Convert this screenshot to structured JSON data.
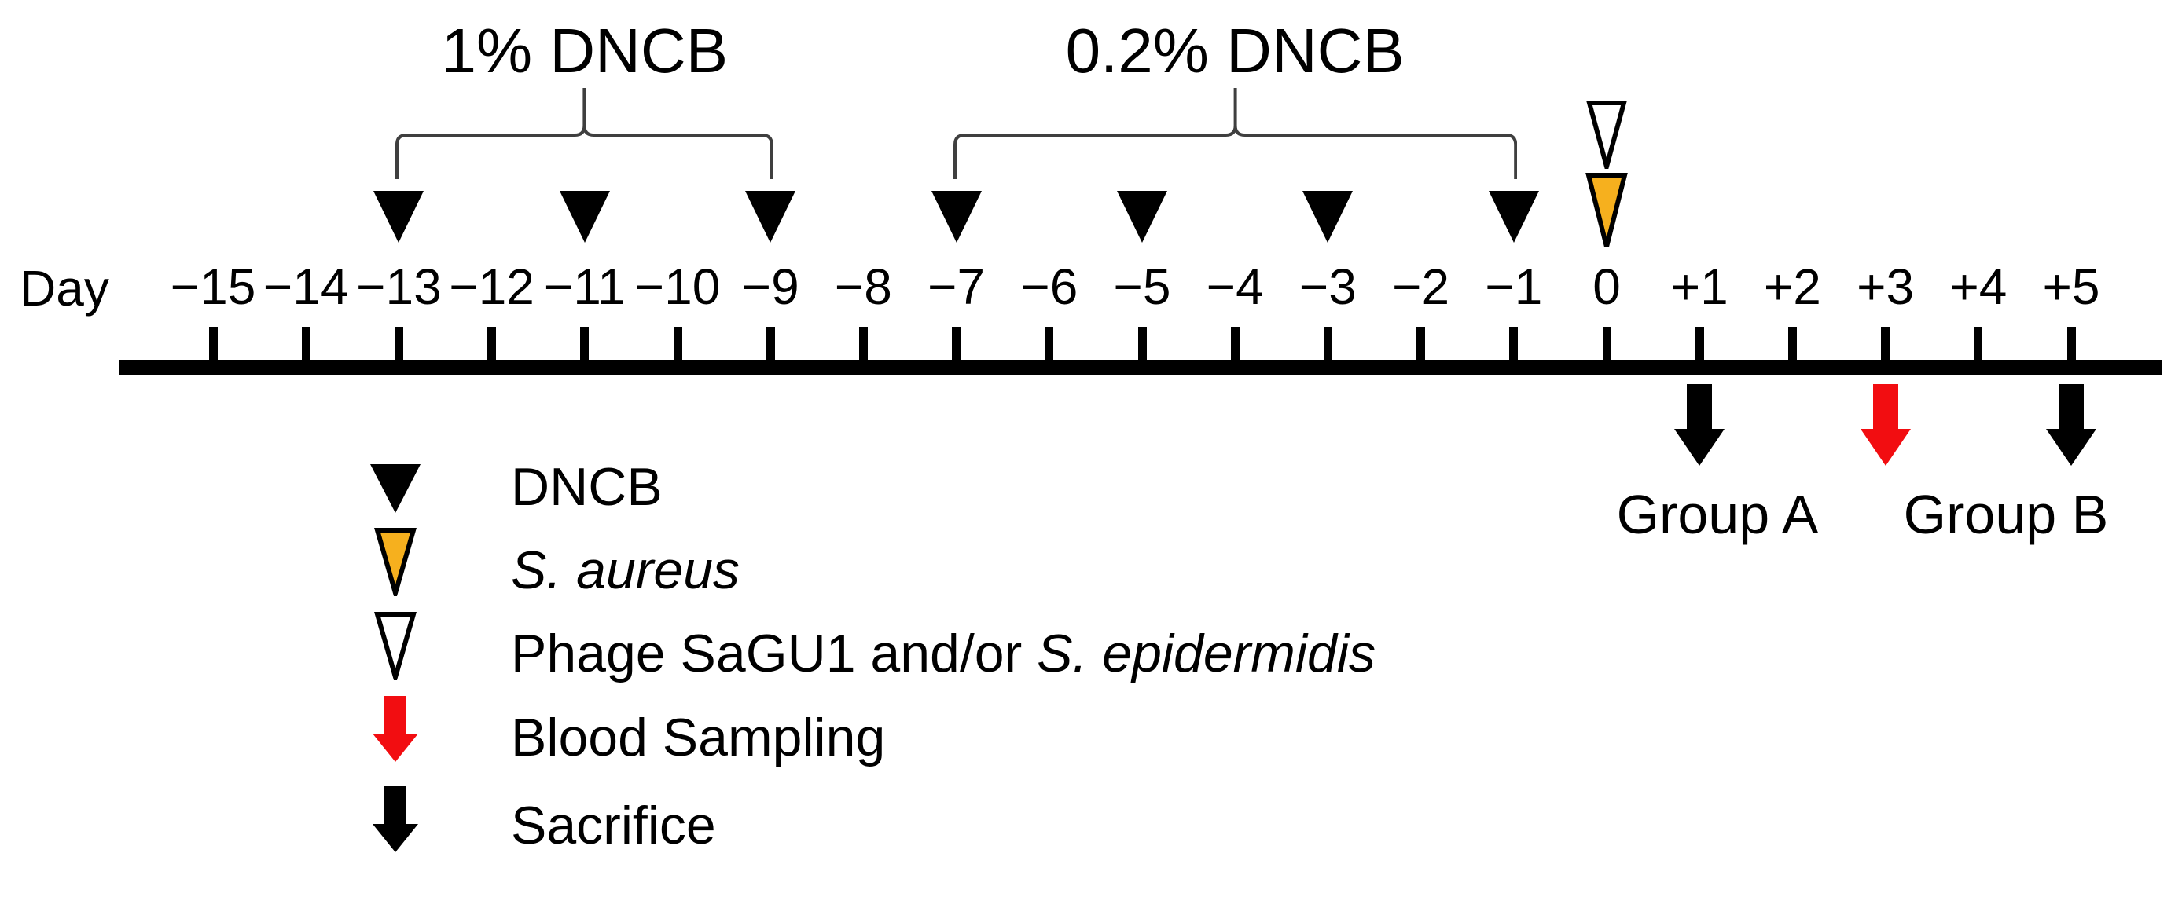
{
  "figure": {
    "axis_label": "Day",
    "phases": [
      {
        "label": "1% DNCB",
        "from_day": -13,
        "to_day": -9
      },
      {
        "label": "0.2% DNCB",
        "from_day": -7,
        "to_day": -1
      }
    ],
    "timeline": {
      "day_min": -15,
      "day_max": 5,
      "tick_labels": [
        "−15",
        "−14",
        "−13",
        "−12",
        "−11",
        "−10",
        "−9",
        "−8",
        "−7",
        "−6",
        "−5",
        "−4",
        "−3",
        "−2",
        "−1",
        "0",
        "+1",
        "+2",
        "+3",
        "+4",
        "+5"
      ]
    },
    "events": {
      "dncb_days": [
        -13,
        -11,
        -9,
        -7,
        -5,
        -3,
        -1
      ],
      "phage_day": 0,
      "s_aureus_day": 0,
      "sacrifice_days": [
        1,
        5
      ],
      "blood_sampling_days": [
        3
      ]
    },
    "group_labels": [
      {
        "label": "Group A",
        "sacrifice_day": 1
      },
      {
        "label": "Group B",
        "sacrifice_day": 5
      }
    ]
  },
  "legend": {
    "items": [
      {
        "icon": "dncb-triangle-icon",
        "parts": [
          {
            "text": "DNCB",
            "italic": false
          }
        ]
      },
      {
        "icon": "s-aureus-triangle-icon",
        "parts": [
          {
            "text": "S. aureus",
            "italic": true
          }
        ]
      },
      {
        "icon": "phage-triangle-icon",
        "parts": [
          {
            "text": "Phage SaGU1 and/or ",
            "italic": false
          },
          {
            "text": "S. epidermidis",
            "italic": true
          }
        ]
      },
      {
        "icon": "blood-sampling-arrow-icon",
        "parts": [
          {
            "text": "Blood Sampling",
            "italic": false
          }
        ]
      },
      {
        "icon": "sacrifice-arrow-icon",
        "parts": [
          {
            "text": "Sacrifice",
            "italic": false
          }
        ]
      }
    ]
  },
  "colors": {
    "black": "#000000",
    "s_aureus_orange": "#F6B01E",
    "blood_red": "#F20D11",
    "bracket_gray": "#3f3f3f",
    "phage_white": "#ffffff"
  }
}
